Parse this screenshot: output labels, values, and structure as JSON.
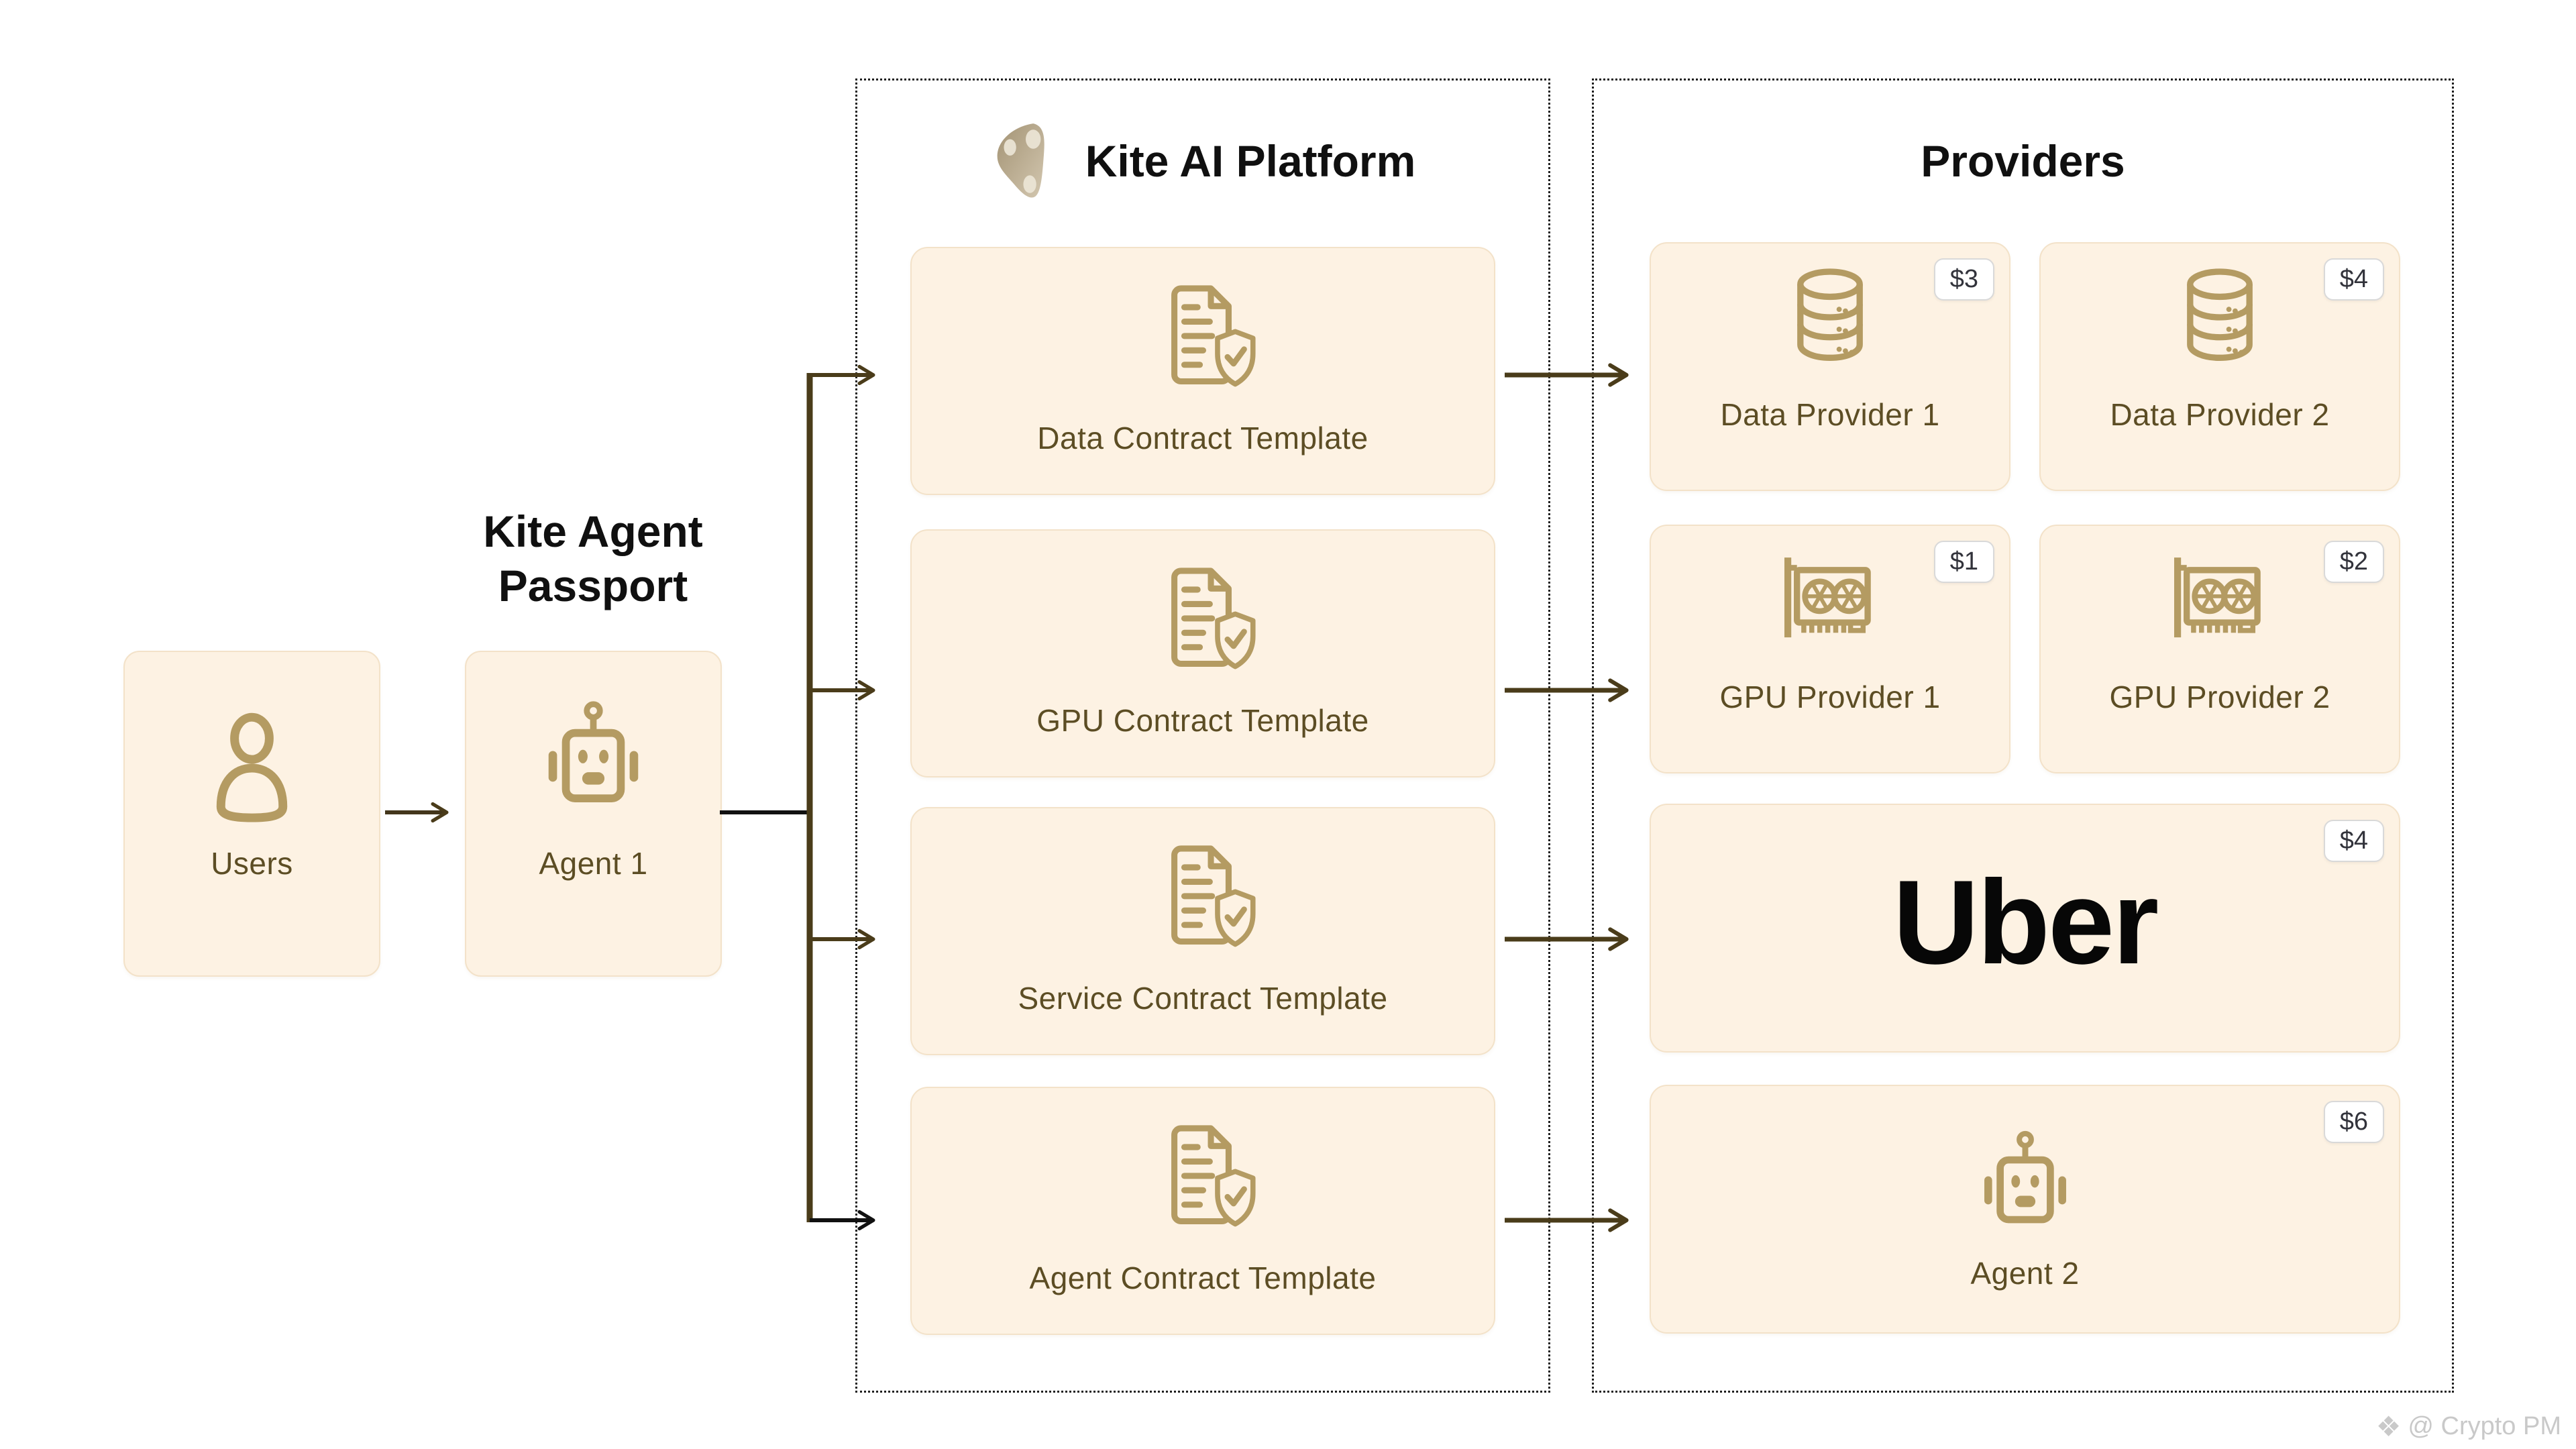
{
  "passport": {
    "heading": "Kite Agent Passport",
    "users_label": "Users",
    "agent_label": "Agent 1"
  },
  "platform": {
    "heading": "Kite AI Platform",
    "logo_icon": "kite-logo",
    "templates": [
      {
        "label": "Data Contract Template",
        "icon": "doc-shield-icon"
      },
      {
        "label": "GPU Contract Template",
        "icon": "doc-shield-icon"
      },
      {
        "label": "Service Contract Template",
        "icon": "doc-shield-icon"
      },
      {
        "label": "Agent Contract Template",
        "icon": "doc-shield-icon"
      }
    ]
  },
  "providers": {
    "heading": "Providers",
    "cards": [
      {
        "label": "Data Provider 1",
        "price": "$3",
        "icon": "database-icon"
      },
      {
        "label": "Data Provider 2",
        "price": "$4",
        "icon": "database-icon"
      },
      {
        "label": "GPU Provider 1",
        "price": "$1",
        "icon": "gpu-card-icon"
      },
      {
        "label": "GPU Provider 2",
        "price": "$2",
        "icon": "gpu-card-icon"
      },
      {
        "label": "Uber",
        "price": "$4",
        "icon": "uber-wordmark"
      },
      {
        "label": "Agent 2",
        "price": "$6",
        "icon": "robot-icon"
      }
    ]
  },
  "watermark": {
    "icon": "diamond-cluster-icon",
    "text": "@ Crypto PM"
  },
  "colors": {
    "card_background": "#fdf2e3",
    "card_border": "#f3e2c9",
    "icon_tan": "#b49b62",
    "label_olive": "#5c4d24",
    "heading_black": "#101010",
    "arrow_olive": "#4a3c1a",
    "arrow_black": "#111111",
    "badge_border": "#d9d9d9",
    "watermark_gray": "#c9c9c9"
  }
}
